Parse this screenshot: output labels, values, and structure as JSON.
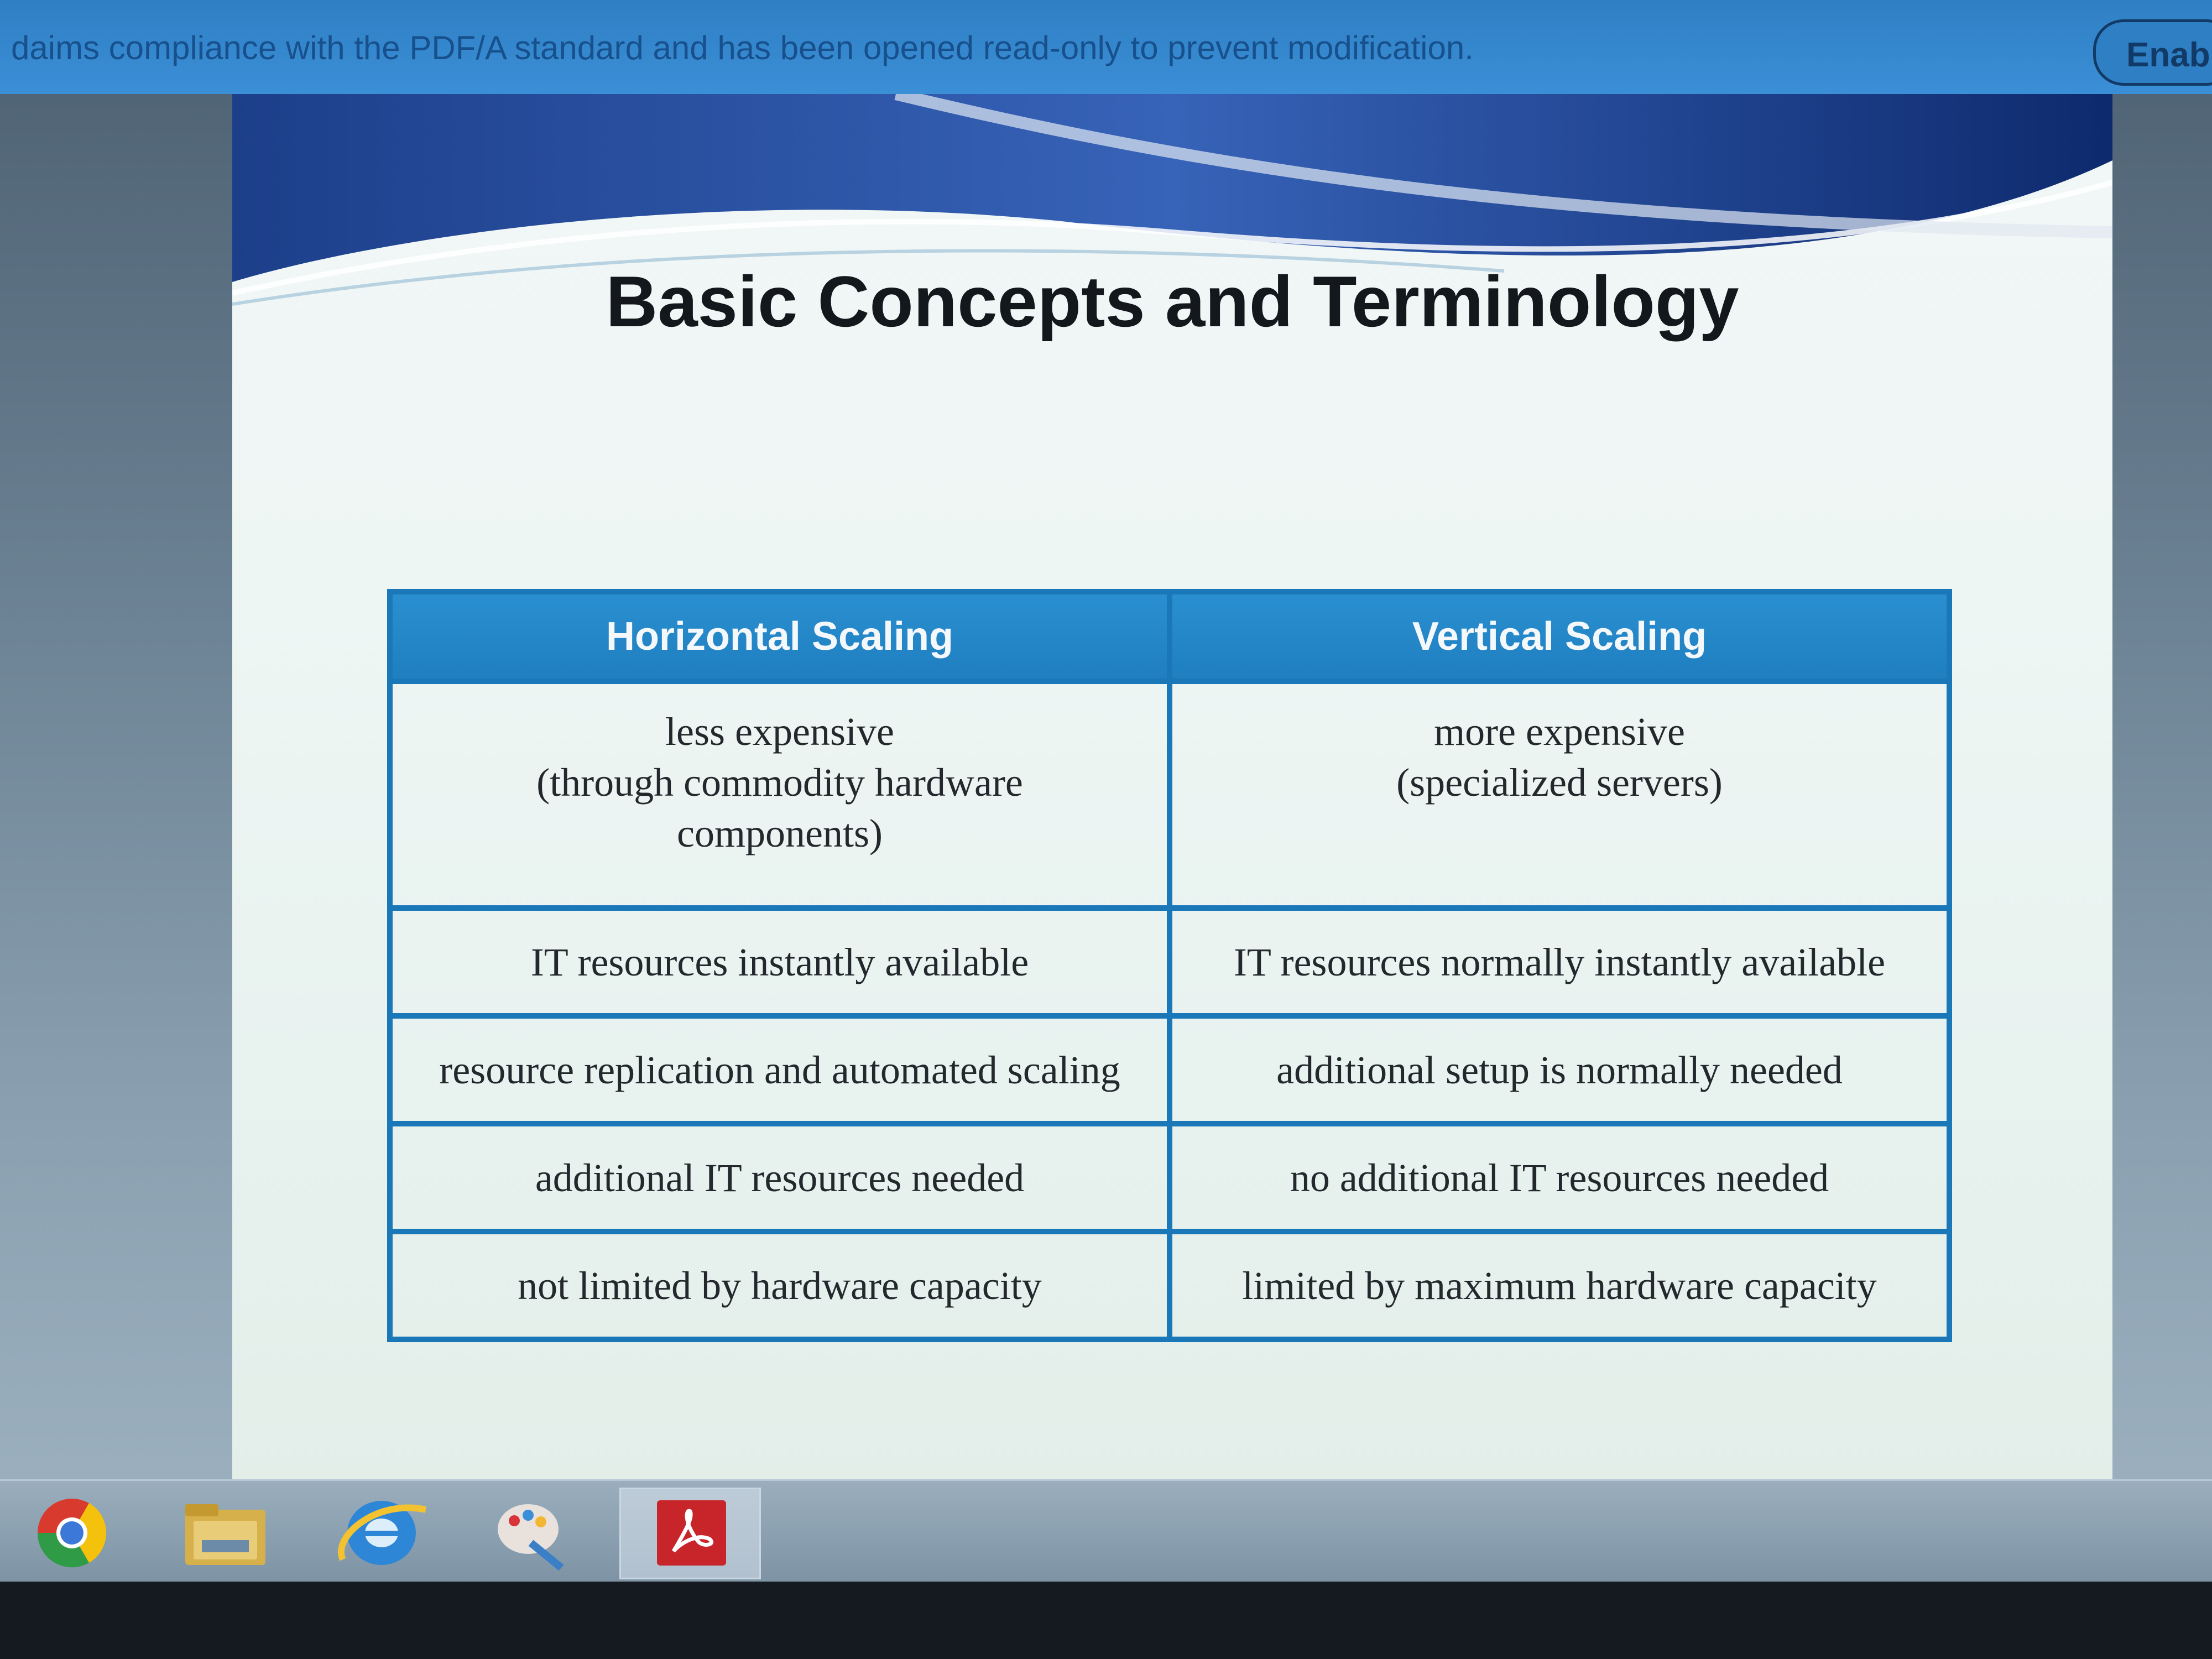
{
  "notification": {
    "message": "daims compliance with the PDF/A standard and has been opened read-only to prevent modification.",
    "enable_label": "Enab"
  },
  "slide": {
    "title": "Basic Concepts and Terminology",
    "table": {
      "headers": [
        "Horizontal Scaling",
        "Vertical Scaling"
      ],
      "rows": [
        {
          "horizontal": [
            "less expensive",
            "(through commodity hardware",
            "components)"
          ],
          "vertical": [
            "more expensive",
            "(specialized servers)"
          ]
        },
        {
          "horizontal": [
            "IT resources instantly available"
          ],
          "vertical": [
            "IT resources normally instantly available"
          ]
        },
        {
          "horizontal": [
            "resource replication and automated scaling"
          ],
          "vertical": [
            "additional setup is normally needed"
          ]
        },
        {
          "horizontal": [
            "additional IT resources needed"
          ],
          "vertical": [
            "no additional IT resources needed"
          ]
        },
        {
          "horizontal": [
            "not limited by hardware capacity"
          ],
          "vertical": [
            "limited by maximum hardware capacity"
          ]
        }
      ]
    }
  },
  "taskbar": {
    "items": [
      "chrome-icon",
      "file-explorer-icon",
      "internet-explorer-icon",
      "paint-icon",
      "adobe-reader-icon"
    ],
    "active_item": "adobe-reader-icon"
  },
  "colors": {
    "notification_bar": "#3b8fd6",
    "table_border": "#1b78b8",
    "table_header": "#2a8fd0",
    "pdf_red": "#c8252b"
  }
}
